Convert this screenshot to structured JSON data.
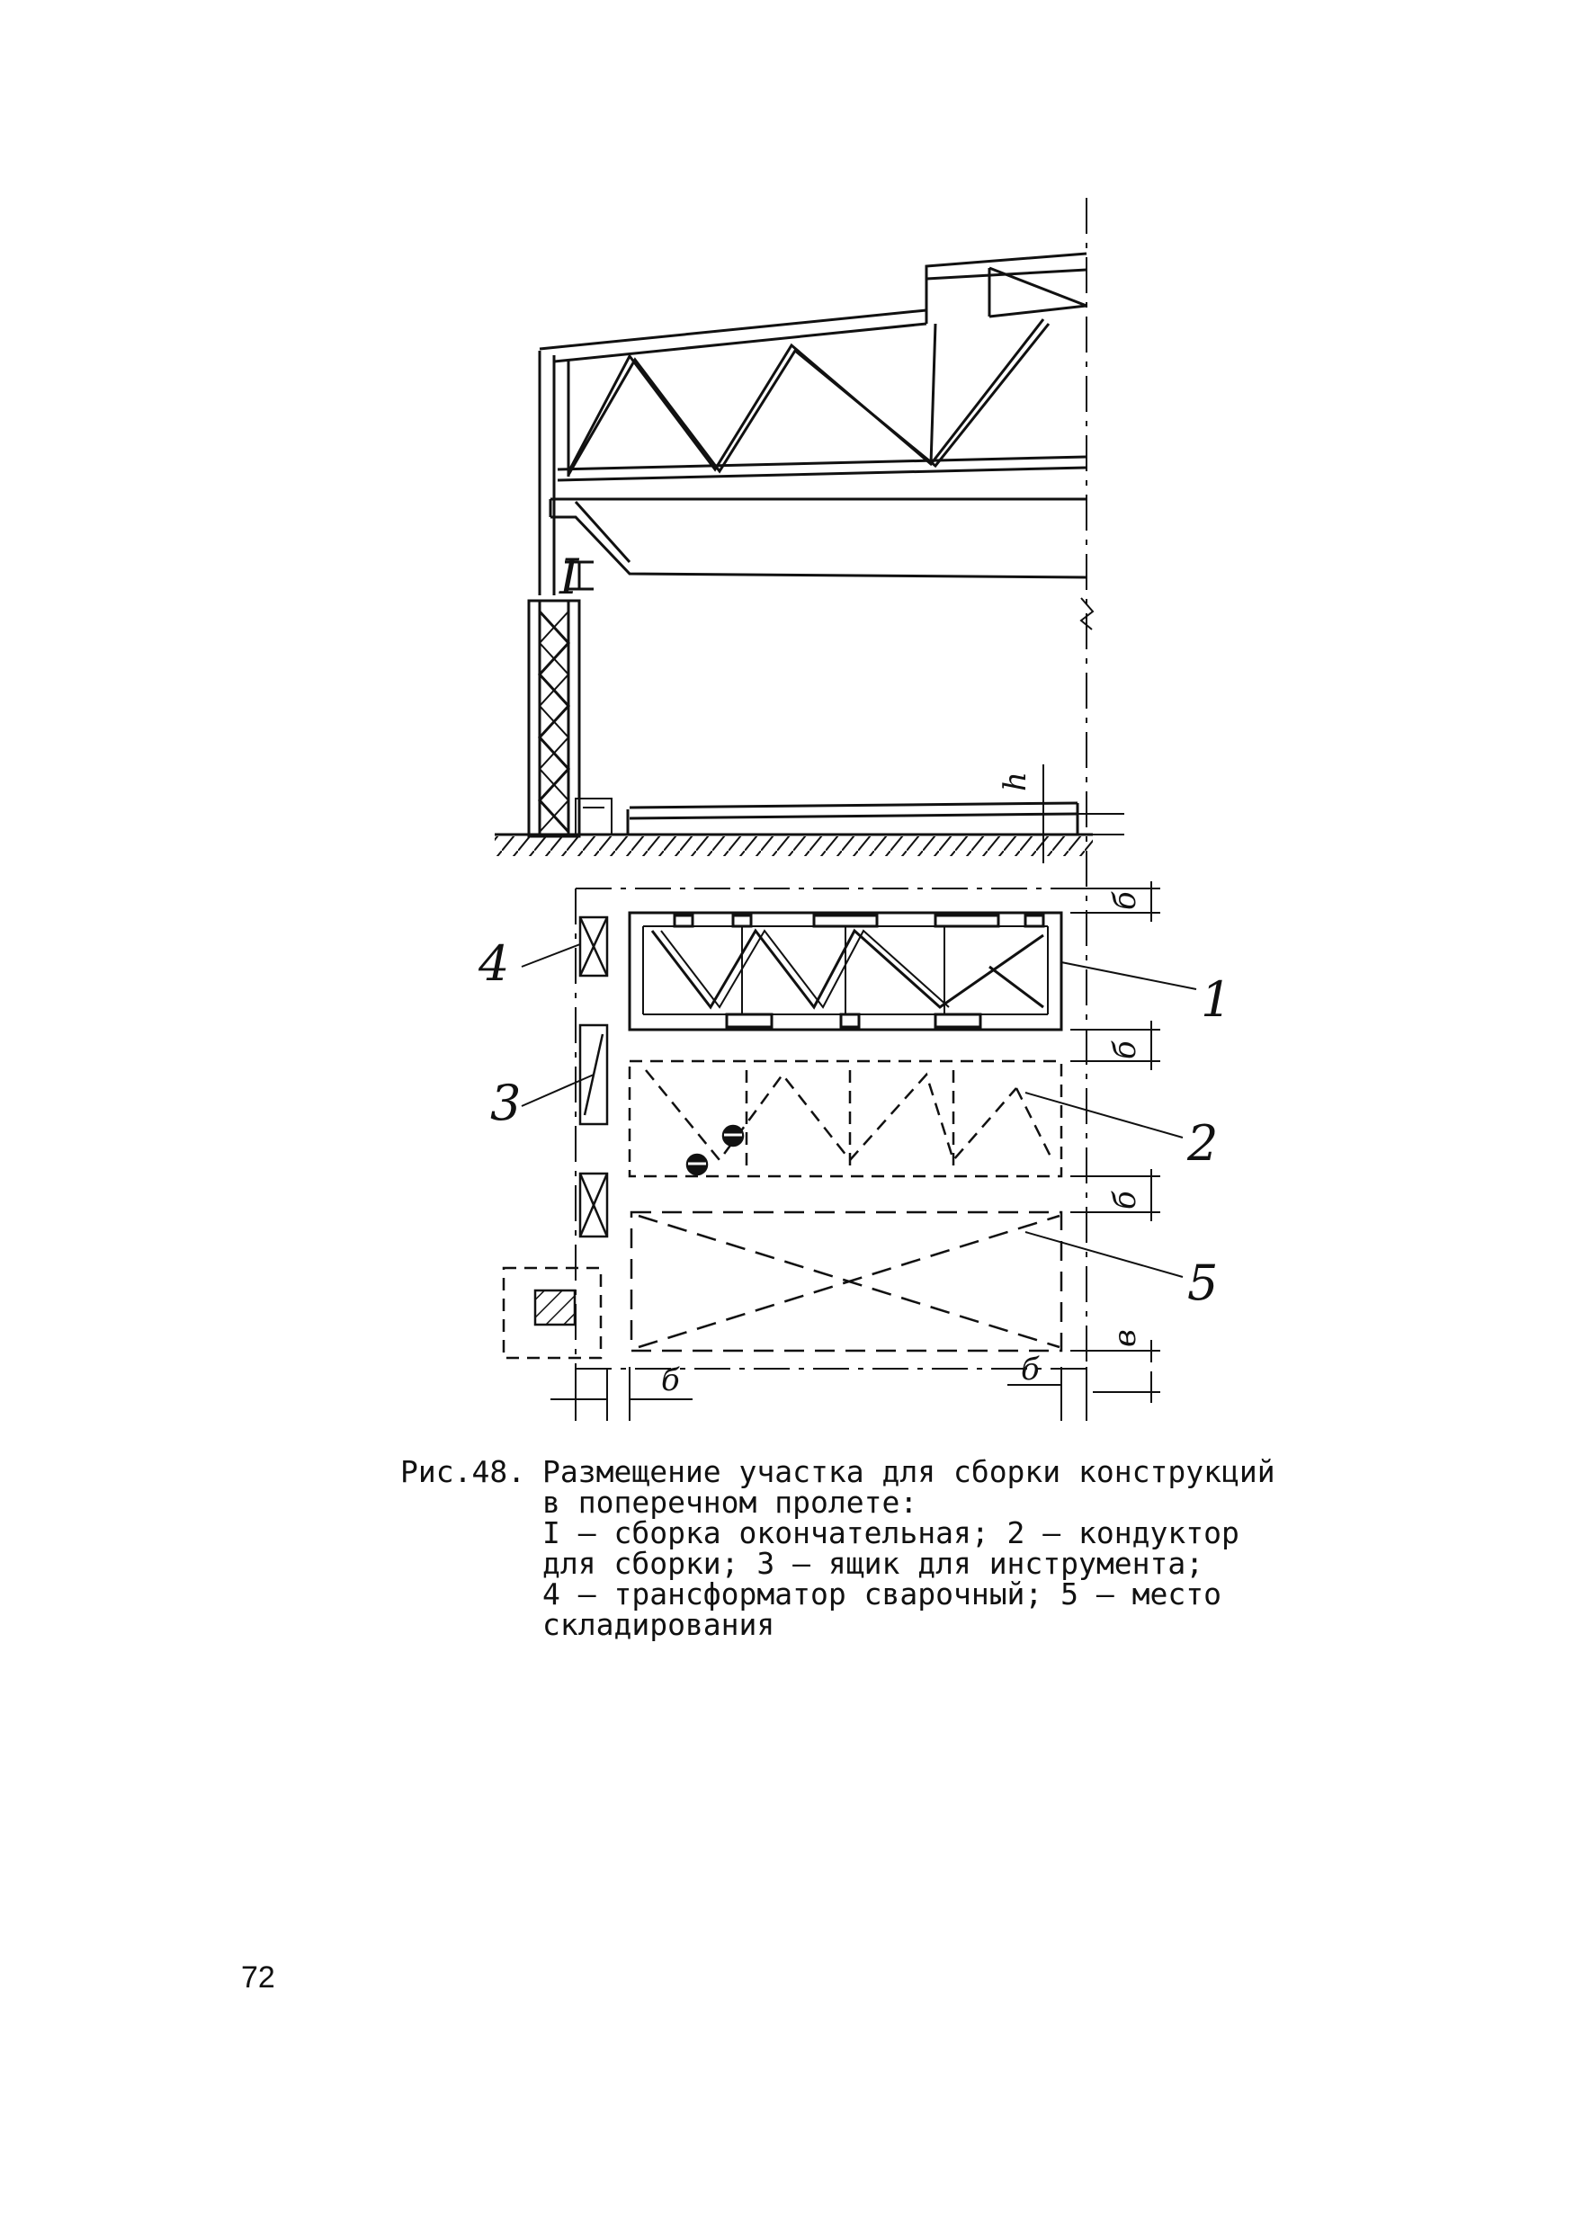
{
  "figure": {
    "callouts": {
      "marker_I": "I",
      "label_1": "1",
      "label_2": "2",
      "label_3": "3",
      "label_4": "4",
      "label_5": "5",
      "dim_h": "h",
      "dim_b": "б",
      "dim_v": "в"
    }
  },
  "caption": {
    "number": "Рис.48.",
    "title": "Размещение участка для сборки конструкций",
    "lines": [
      "в поперечном пролете:",
      "I – сборка окончательная; 2 – кондуктор",
      "для сборки; 3 – ящик для инструмента;",
      "4 – трансформатор сварочный; 5 – место",
      "складирования"
    ]
  },
  "page_number": "72"
}
